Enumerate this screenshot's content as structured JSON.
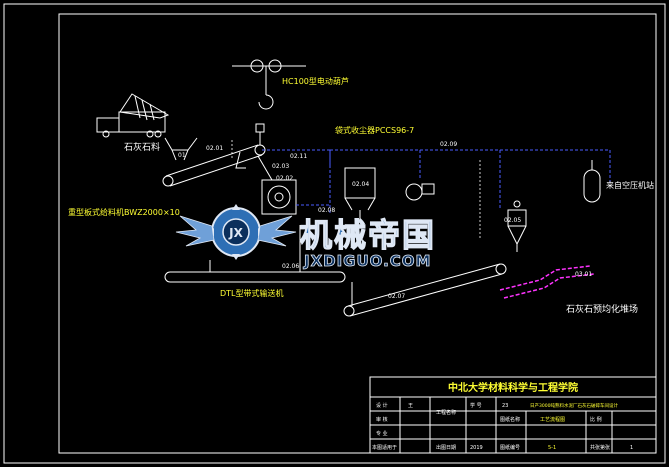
{
  "labels": {
    "hoist": "HC100型电动葫芦",
    "dust_collector": "袋式收尘器PCCS96-7",
    "limestone": "石灰石料",
    "feeder": "重型板式给料机BWZ2000×10",
    "belt": "DTL型带式输送机",
    "air_source": "来自空压机站",
    "yard": "石灰石预均化堆场"
  },
  "codes": {
    "c01": "01",
    "c0101": "02.01",
    "c0102": "02.02",
    "c0211": "02.11",
    "c0203": "02.03",
    "c0204": "02.04",
    "c0205": "02.05",
    "c0206": "02.06",
    "c0207": "02.07",
    "c0209": "02.09",
    "c0301": "03.01",
    "cmid": "02.08"
  },
  "watermark": {
    "cn": "机械帝国",
    "en": "JXDIGUO.COM"
  },
  "title_block": {
    "school": "中北大学材料科学与工程学院",
    "row1": [
      "设 计",
      "王",
      "学 号",
      "23",
      "日产3000吨熟料水泥厂石灰石破碎车间设计"
    ],
    "row1_extra": "工程名称",
    "row2": [
      "审 核",
      "",
      "",
      "",
      "图纸名称",
      "工艺流程图",
      "比 例"
    ],
    "row3": [
      "专 业",
      "",
      "",
      "",
      "",
      "",
      ""
    ],
    "row4": [
      "本图适用于",
      "",
      "出图日期",
      "2019",
      "图纸编号",
      "5-1",
      "共张第张",
      "1"
    ]
  },
  "colors": {
    "line_white": "#ffffff",
    "line_blue": "#4a5cff",
    "text_yellow": "#ffff33",
    "text_white": "#ffffff",
    "frame": "#ffffff",
    "pipe_magenta": "#ff33ff",
    "watermark_blue": "#2e6fb5"
  }
}
